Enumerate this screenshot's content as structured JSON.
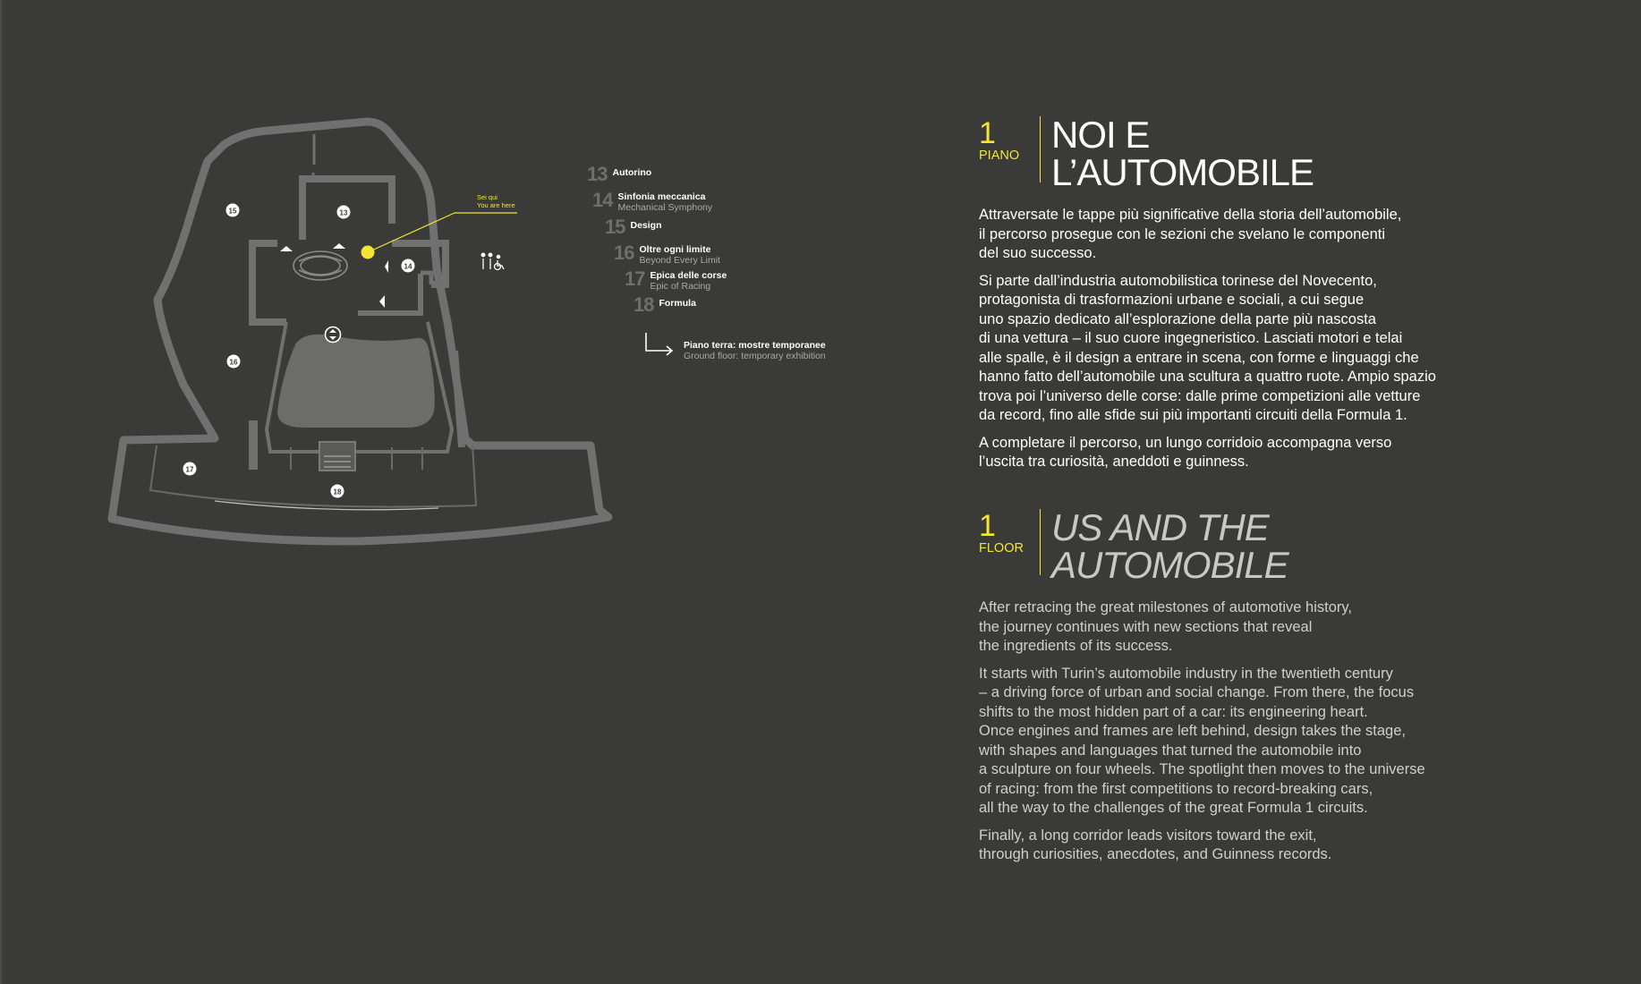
{
  "map": {
    "you_are_here_it": "Sei qui",
    "you_are_here_en": "You are here",
    "markers": [
      "13",
      "14",
      "15",
      "16",
      "17",
      "18"
    ],
    "accessibility_icon": "toilets-accessible-icon",
    "elevator_icon": "elevator-icon"
  },
  "legend": [
    {
      "num": "13",
      "it": "Autorino",
      "en": ""
    },
    {
      "num": "14",
      "it": "Sinfonia meccanica",
      "en": "Mechanical Symphony"
    },
    {
      "num": "15",
      "it": "Design",
      "en": ""
    },
    {
      "num": "16",
      "it": "Oltre ogni limite",
      "en": "Beyond Every Limit"
    },
    {
      "num": "17",
      "it": "Epica delle corse",
      "en": "Epic of Racing"
    },
    {
      "num": "18",
      "it": "Formula",
      "en": ""
    }
  ],
  "ground_floor": {
    "it": "Piano terra: mostre temporanee",
    "en": "Ground floor: temporary exhibition"
  },
  "section_it": {
    "floor_num": "1",
    "floor_label": "PIANO",
    "title_line1": "NOI E",
    "title_line2": "L’AUTOMOBILE",
    "paragraphs": [
      "Attraversate le tappe più significative della storia dell’automobile,\nil percorso prosegue con le sezioni che svelano le componenti\ndel suo successo.",
      "Si parte dall’industria automobilistica torinese del Novecento,\nprotagonista di trasformazioni urbane e sociali, a cui segue\nuno spazio dedicato all’esplorazione della parte più nascosta\ndi una vettura – il suo cuore ingegneristico. Lasciati motori e telai\nalle spalle, è il design a entrare in scena, con forme e linguaggi che\nhanno fatto dell’automobile una scultura a quattro ruote. Ampio spazio\ntrova poi l’universo delle corse: dalle prime competizioni alle vetture\nda record, fino alle sfide sui più importanti circuiti della Formula 1.",
      "A completare il percorso, un lungo corridoio accompagna verso\nl’uscita tra curiosità, aneddoti e guinness."
    ]
  },
  "section_en": {
    "floor_num": "1",
    "floor_label": "FLOOR",
    "title_line1": "US AND THE",
    "title_line2": "AUTOMOBILE",
    "paragraphs": [
      "After retracing the great milestones of automotive history,\nthe journey continues with new sections that reveal\nthe ingredients of its success.",
      "It starts with Turin’s automobile industry in the twentieth century\n– a driving force of urban and social change. From there, the focus\nshifts to the most hidden part of a car: its engineering heart.\nOnce engines and frames are left behind, design takes the stage,\nwith shapes and languages that turned the automobile into\na sculpture on four wheels. The spotlight then moves to the universe\nof racing: from the first competitions to record-breaking cars,\nall the way to the challenges of the great Formula 1 circuits.",
      "Finally, a long corridor leads visitors toward the exit,\nthrough curiosities, anecdotes, and Guinness records."
    ]
  },
  "colors": {
    "background": "#3a3a39",
    "accent": "#f3e532",
    "map_walls": "#707070",
    "map_fill": "#6c6c6a"
  }
}
